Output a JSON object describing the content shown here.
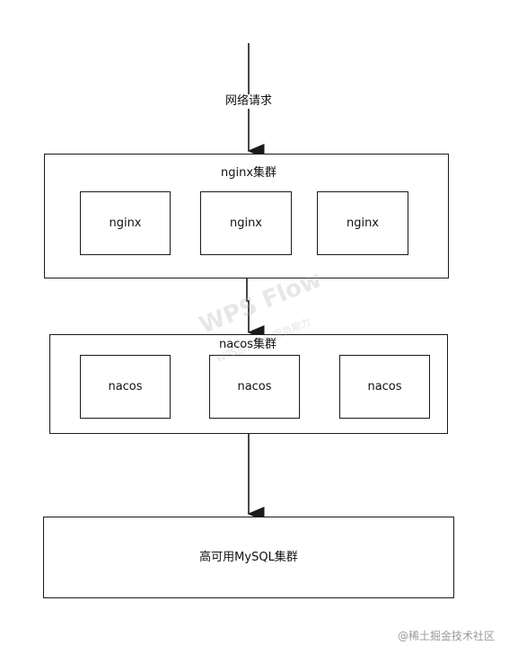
{
  "diagram": {
    "edge_label": "网络请求",
    "nginx_cluster": {
      "label": "nginx集群",
      "nodes": [
        "nginx",
        "nginx",
        "nginx"
      ]
    },
    "nacos_cluster": {
      "label": "nacos集群",
      "nodes": [
        "nacos",
        "nacos",
        "nacos"
      ]
    },
    "mysql_cluster": {
      "label": "高可用MySQL集群"
    }
  },
  "watermark": {
    "main": "WPS Flow",
    "sub": "WPS协同办公服务能力"
  },
  "credit": "@稀土掘金技术社区",
  "colors": {
    "stroke": "#1a1a1a",
    "text": "#111111",
    "credit": "#9a9a9a"
  }
}
